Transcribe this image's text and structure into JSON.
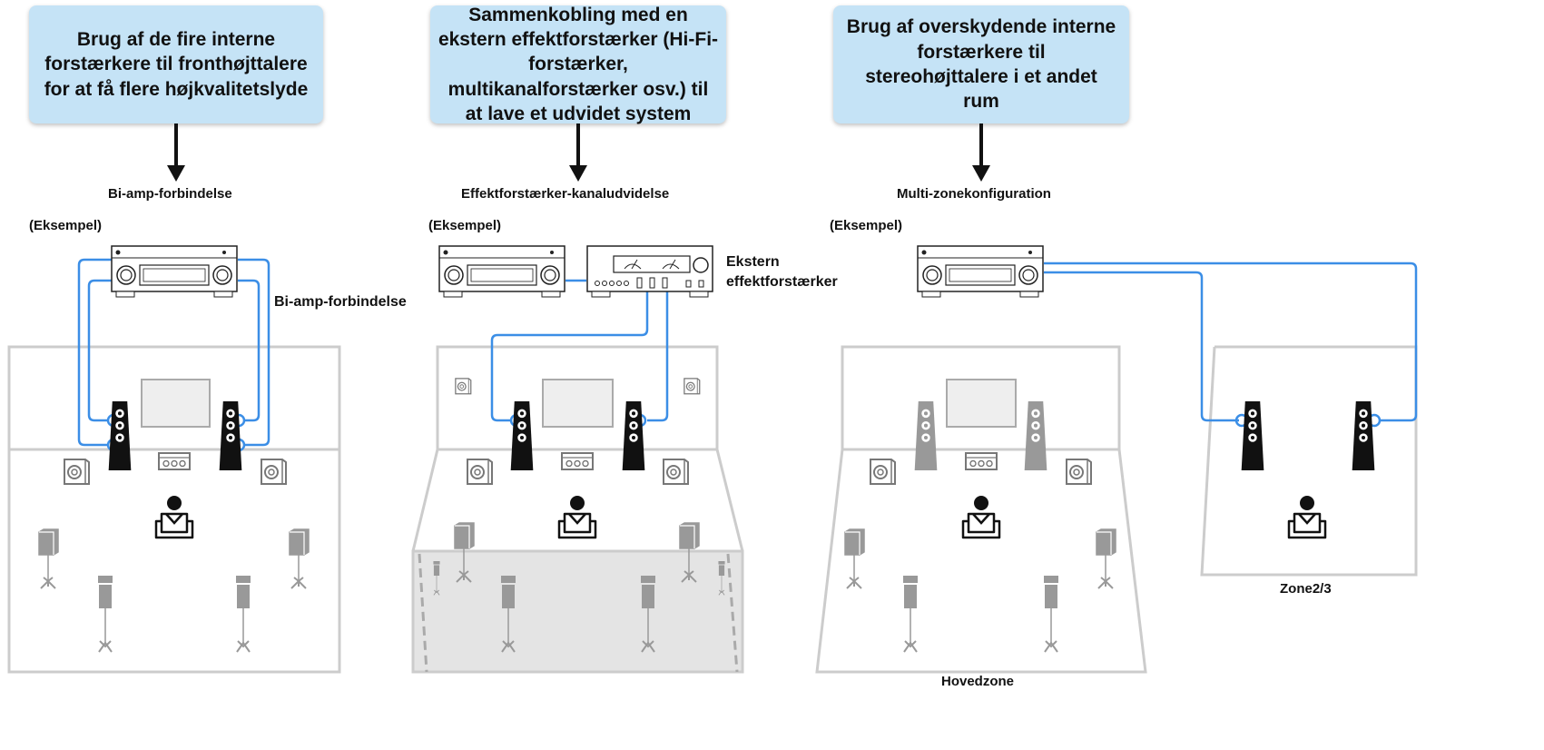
{
  "panels": {
    "left": {
      "heading": "Brug af de fire interne forstærkere til fronthøjttalere for at få flere højkvalitetslyde",
      "caption": "Bi-amp-forbindelse",
      "example": "(Eksempel)",
      "wire_label": "Bi-amp-forbindelse"
    },
    "middle": {
      "heading": "Sammenkobling med en ekstern effektforstærker (Hi-Fi-forstærker, multikanalforstærker osv.) til at lave et udvidet system",
      "caption": "Effektforstærker-kanaludvidelse",
      "example": "(Eksempel)",
      "amp_label": "Ekstern effektforstærker"
    },
    "right": {
      "heading": "Brug af overskydende interne forstærkere til stereohøjttalere i et andet rum",
      "caption": "Multi-zonekonfiguration",
      "example": "(Eksempel)",
      "main_zone_label": "Hovedzone",
      "zone2_label": "Zone2/3"
    }
  },
  "colors": {
    "heading_box": "#c5e3f6",
    "wire": "#3b8ee6",
    "room_outline": "#cccccc",
    "extended_area": "#e4e4e4",
    "speaker_active": "#111111",
    "speaker_inactive": "#999999"
  }
}
